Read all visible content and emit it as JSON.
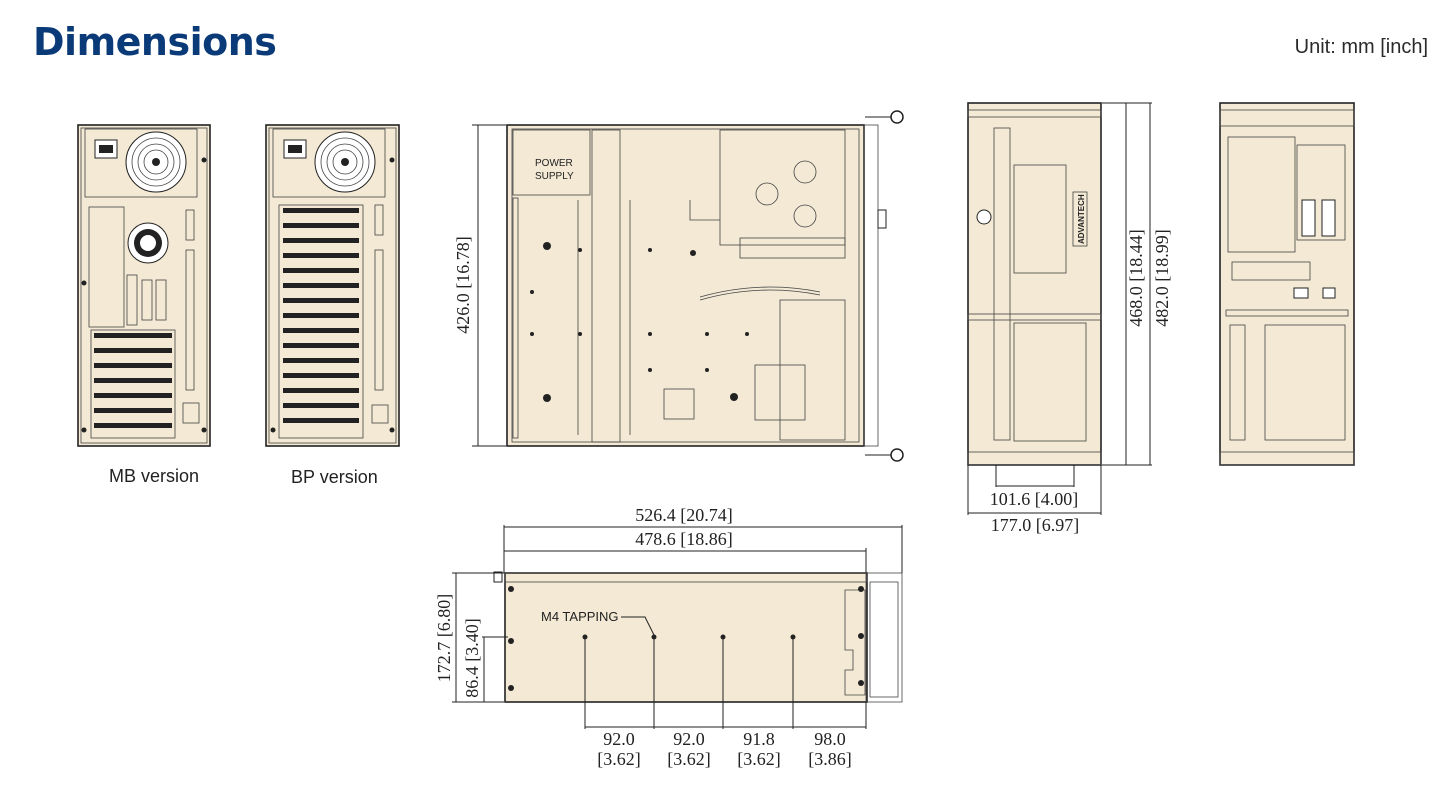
{
  "header": {
    "title": "Dimensions",
    "unit": "Unit: mm [inch]"
  },
  "labels": {
    "mb_version": "MB version",
    "bp_version": "BP version",
    "power_supply_1": "POWER",
    "power_supply_2": "SUPPLY",
    "brand": "ADVANTECH",
    "m4_tapping": "M4 TAPPING"
  },
  "dimensions": {
    "depth_top": "426.0 [16.78]",
    "height_front_inner": "468.0 [18.44]",
    "height_front_outer": "482.0 [18.99]",
    "width_front_inner": "101.6 [4.00]",
    "width_front_outer": "177.0 [6.97]",
    "length_outer": "526.4 [20.74]",
    "length_inner": "478.6 [18.86]",
    "side_height": "172.7 [6.80]",
    "side_half_height": "86.4 [3.40]",
    "spacing": [
      {
        "mm": "92.0",
        "inch": "[3.62]"
      },
      {
        "mm": "92.0",
        "inch": "[3.62]"
      },
      {
        "mm": "91.8",
        "inch": "[3.62]"
      },
      {
        "mm": "98.0",
        "inch": "[3.86]"
      }
    ]
  },
  "colors": {
    "title": "#0b3a78",
    "chassis": "#f3e9d4",
    "line": "#222222"
  }
}
